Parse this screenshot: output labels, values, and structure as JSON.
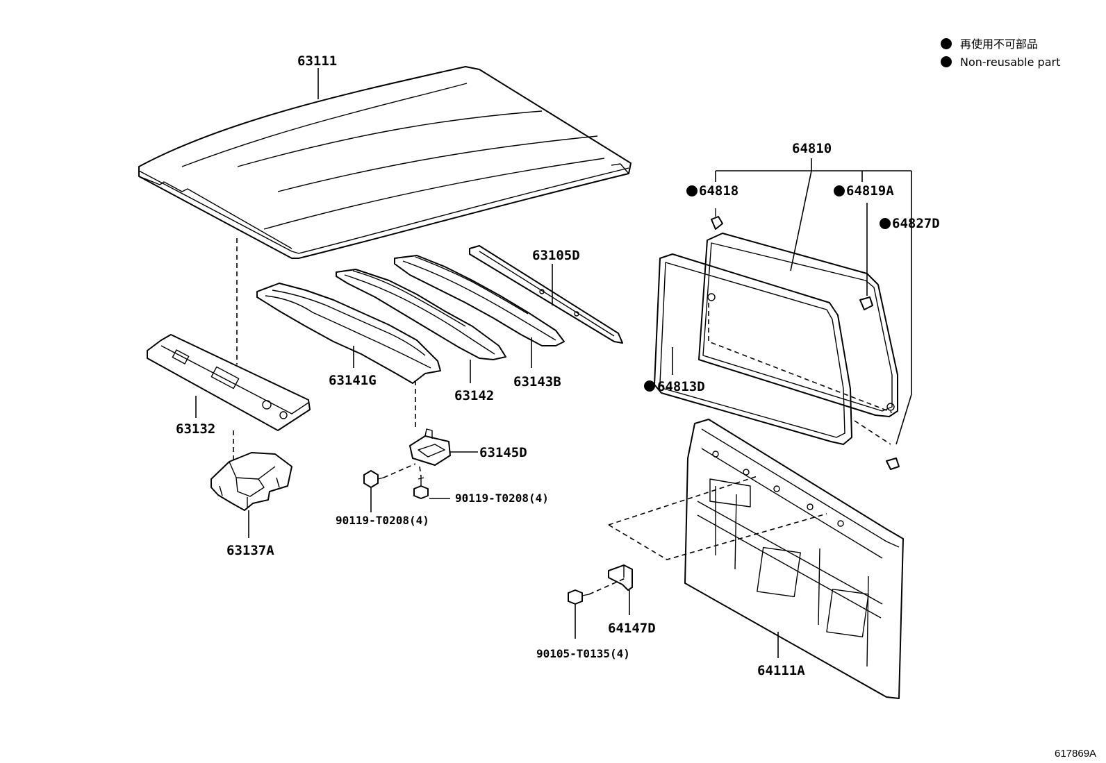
{
  "legend": {
    "line_ja": "再使用不可部品",
    "line_en": "Non-reusable part"
  },
  "illustration_ref": "617869A",
  "parts": {
    "p63111": "63111",
    "p63132": "63132",
    "p63137A": "63137A",
    "p63141G": "63141G",
    "p63142": "63142",
    "p63143B": "63143B",
    "p63105D": "63105D",
    "p63145D": "63145D",
    "p90119_a": "90119-T0208(4)",
    "p90119_b": "90119-T0208(4)",
    "p64810": "64810",
    "p64818": "64818",
    "p64819A": "64819A",
    "p64827D": "64827D",
    "p64813D": "64813D",
    "p64147D": "64147D",
    "p90105": "90105-T0135(4)",
    "p64111A": "64111A"
  }
}
